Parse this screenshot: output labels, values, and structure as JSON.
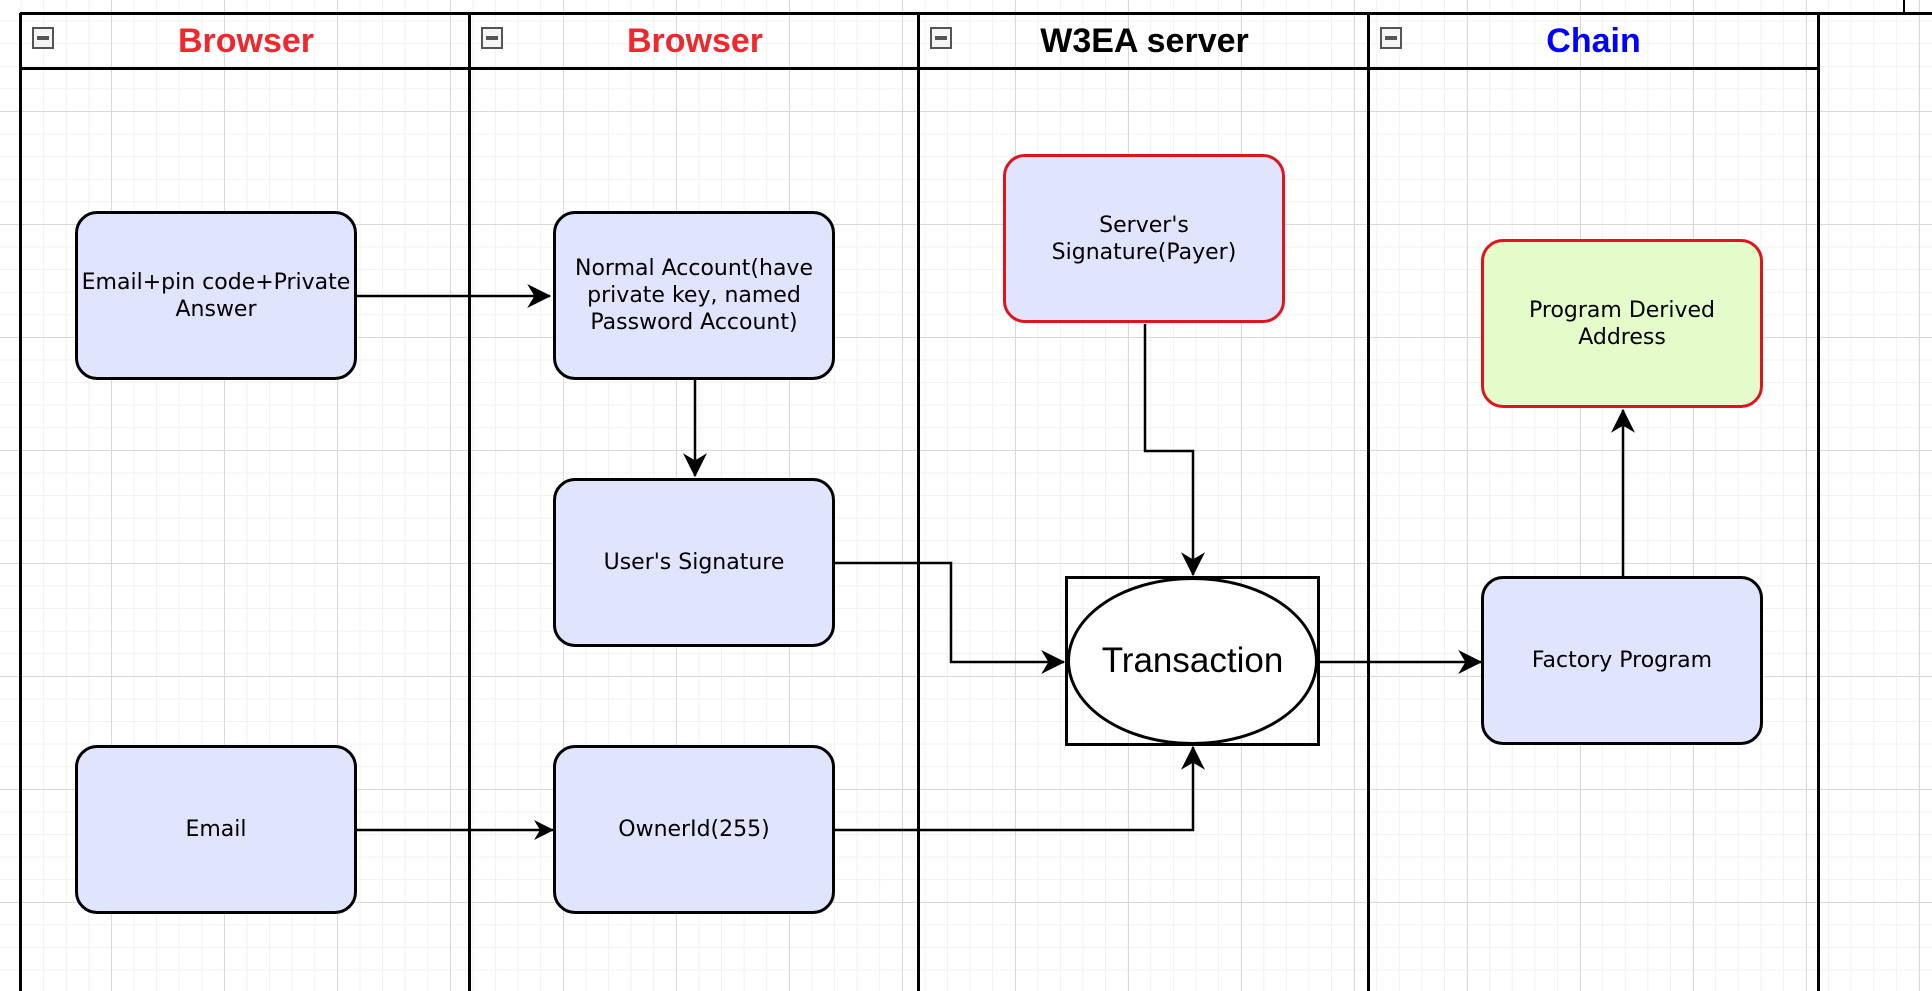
{
  "lanes": [
    {
      "title": "Browser",
      "color": "#f0282d"
    },
    {
      "title": "Browser",
      "color": "#f0282d"
    },
    {
      "title": "W3EA server",
      "color": "#000000"
    },
    {
      "title": "Chain",
      "color": "#0000ff"
    }
  ],
  "nodes": {
    "email_pin_answer": "Email+pin code+Private Answer",
    "normal_account": "Normal Account(have private key, named Password Account)",
    "users_signature": "User's Signature",
    "email": "Email",
    "owner_id": "OwnerId(255)",
    "servers_signature": "Server's Signature(Payer)",
    "transaction": "Transaction",
    "factory_program": "Factory Program",
    "program_derived_address": "Program Derived Address"
  },
  "colors": {
    "node_fill": "#e0e4fc",
    "pda_fill": "#e3fcc9",
    "highlight_border": "#e0141e"
  },
  "icons": {
    "lane_collapse": "minus-square-icon"
  }
}
